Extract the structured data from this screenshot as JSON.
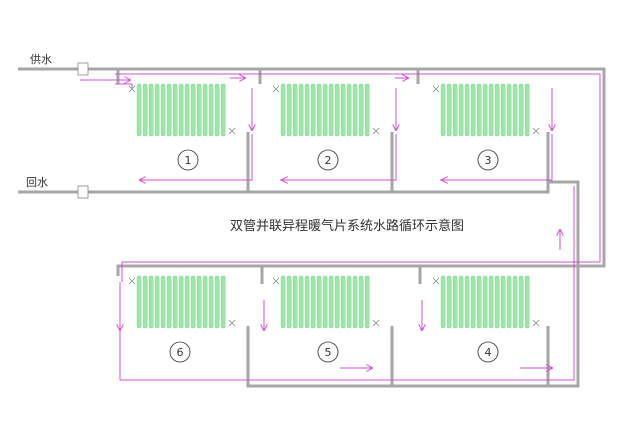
{
  "labels": {
    "supply": "供水",
    "return": "回水",
    "title": "双管并联异程暖气片系统水路循环示意图"
  },
  "radiators": [
    {
      "number": "1"
    },
    {
      "number": "2"
    },
    {
      "number": "3"
    },
    {
      "number": "4"
    },
    {
      "number": "5"
    },
    {
      "number": "6"
    }
  ],
  "colors": {
    "pipe": "#a6a6a6",
    "flow": "#d24fd2",
    "fin": "#9be6a8",
    "background": "#ffffff"
  }
}
